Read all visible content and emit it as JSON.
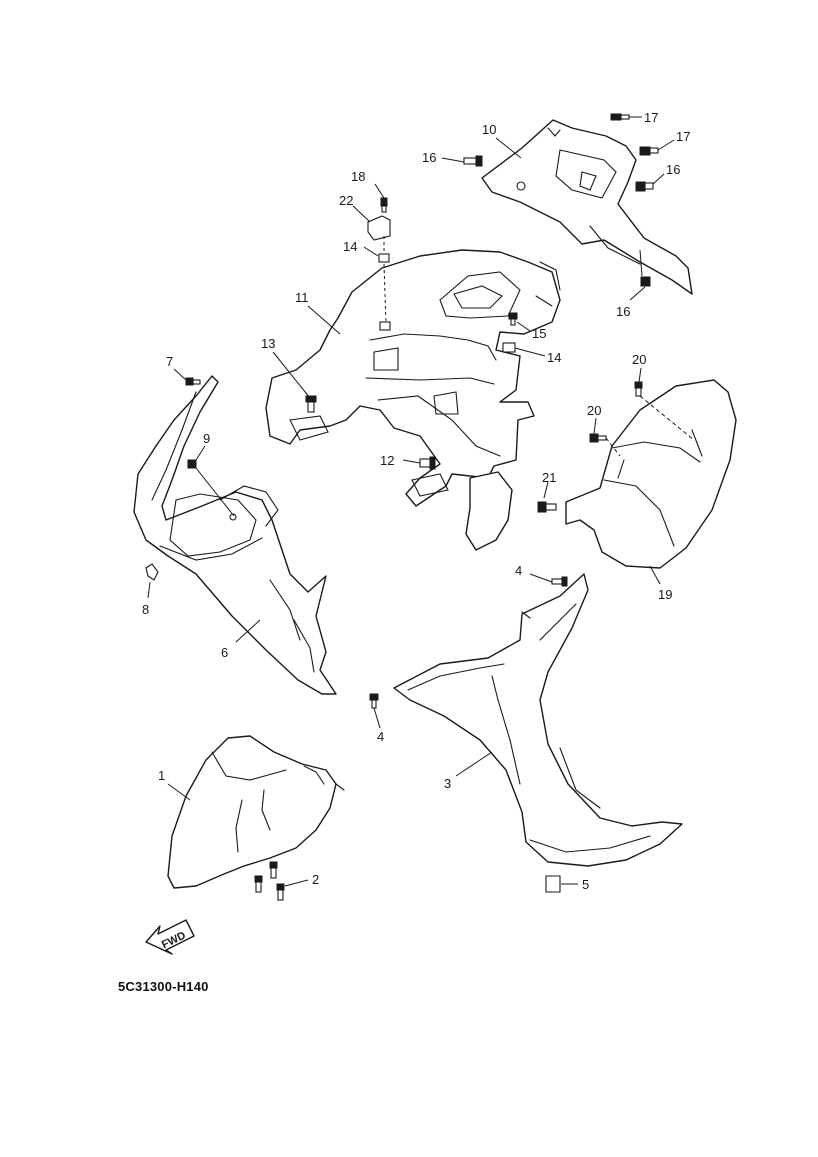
{
  "diagram_code": "5C31300-H140",
  "fwd_label": "FWD",
  "callouts": {
    "c1": "1",
    "c2": "2",
    "c3": "3",
    "c4a": "4",
    "c4b": "4",
    "c5": "5",
    "c6": "6",
    "c7": "7",
    "c8": "8",
    "c9": "9",
    "c10": "10",
    "c11": "11",
    "c12": "12",
    "c13": "13",
    "c14a": "14",
    "c14b": "14",
    "c15": "15",
    "c16a": "16",
    "c16b": "16",
    "c16c": "16",
    "c17a": "17",
    "c17b": "17",
    "c18": "18",
    "c19": "19",
    "c20a": "20",
    "c20b": "20",
    "c21": "21",
    "c22": "22"
  },
  "colors": {
    "line": "#1a1a1a",
    "background": "#ffffff"
  }
}
